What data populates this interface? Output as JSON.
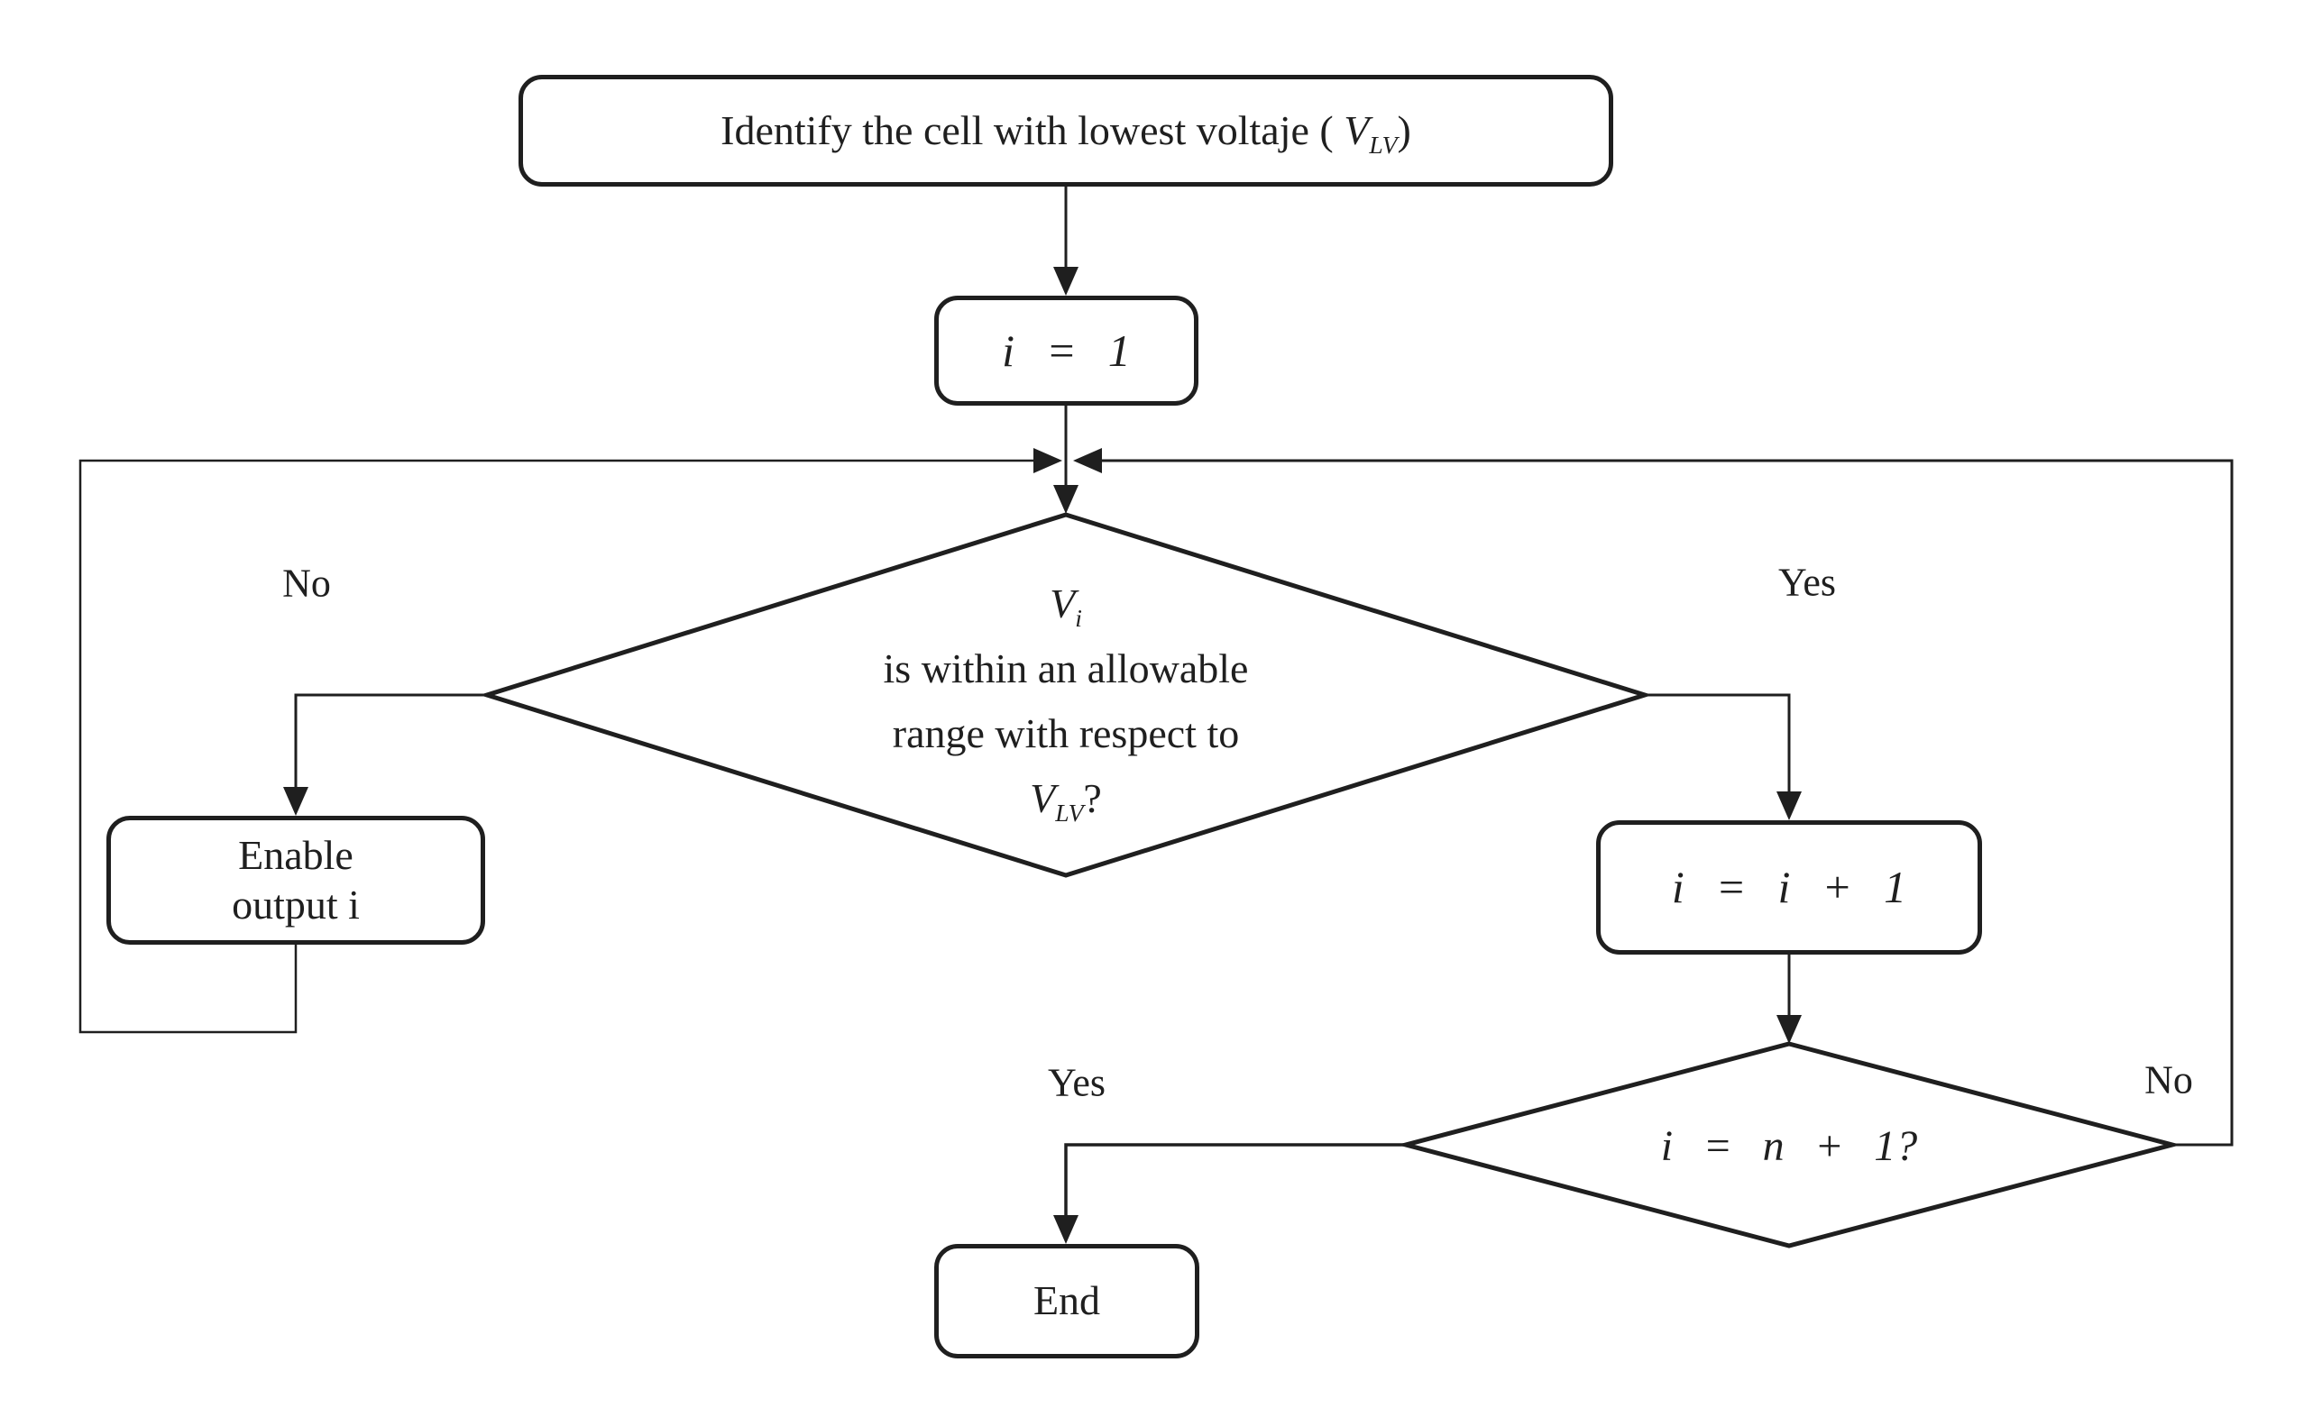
{
  "colors": {
    "ink": "#1f1f1f",
    "background": "#ffffff"
  },
  "nodes": {
    "start": {
      "text_before": "Identify the cell with lowest voltaje ( ",
      "var_base": "V",
      "var_sub": "LV",
      "text_after": ")"
    },
    "init": {
      "label": "i = 1"
    },
    "decision_voltage": {
      "var_base": "V",
      "var_sub": "i",
      "line2": "is within an allowable",
      "line3": "range with respect to",
      "var2_base": "V",
      "var2_sub": "LV",
      "suffix": "?"
    },
    "enable": {
      "line1": "Enable",
      "line2": "output i"
    },
    "increment": {
      "label": "i = i + 1"
    },
    "decision_count": {
      "label": "i = n + 1?"
    },
    "end": {
      "label": "End"
    }
  },
  "edge_labels": {
    "voltage_no": "No",
    "voltage_yes": "Yes",
    "count_yes": "Yes",
    "count_no": "No"
  }
}
